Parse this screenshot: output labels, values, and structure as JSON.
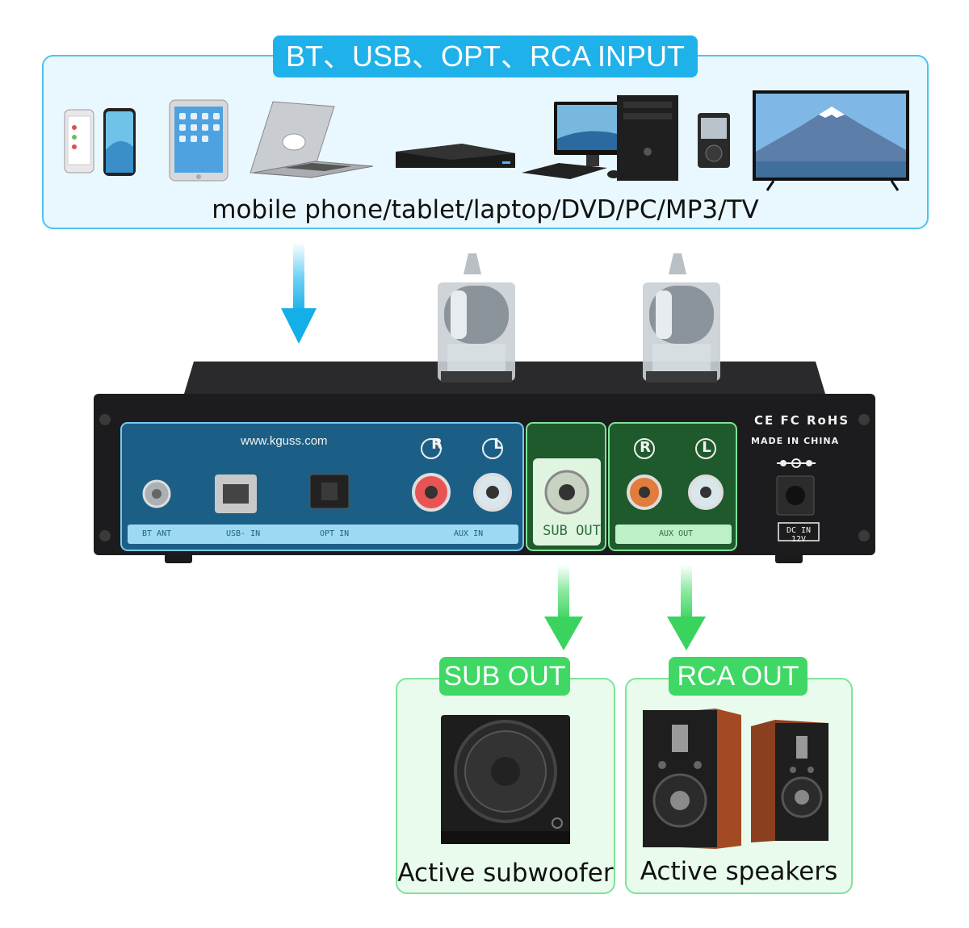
{
  "input": {
    "title": "BT、USB、OPT、RCA INPUT",
    "devices_caption": "mobile phone/tablet/laptop/DVD/PC/MP3/TV"
  },
  "amp": {
    "website": "www.kguss.com",
    "cert": "CE FC RoHS",
    "made_in": "MADE IN CHINA",
    "dc_label": "DC IN 12V",
    "sub_out_label": "SUB OUT",
    "ports": {
      "bt_ant": "BT ANT",
      "usb_in": "USB- IN",
      "opt_in": "OPT IN",
      "aux_in": "AUX IN",
      "aux_out": "AUX OUT"
    },
    "rl": {
      "r": "R",
      "l": "L"
    }
  },
  "outputs": {
    "sub": {
      "tag": "SUB OUT",
      "caption": "Active subwoofer"
    },
    "rca": {
      "tag": "RCA OUT",
      "caption": "Active speakers"
    }
  },
  "colors": {
    "input_accent": "#1fb1ea",
    "output_accent": "#40d864",
    "panel_blue": "#1c5f86",
    "chassis": "#1c1c1e"
  }
}
